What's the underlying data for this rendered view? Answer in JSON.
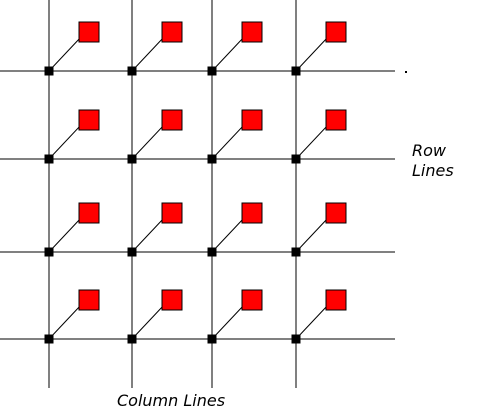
{
  "labels": {
    "row_lines_line1": "Row",
    "row_lines_line2": "Lines",
    "column_lines": "Column Lines"
  },
  "grid": {
    "rows": 4,
    "columns": 4
  },
  "colors": {
    "line": "#000000",
    "node": "#000000",
    "cell": "#ff0000",
    "cell_border": "#000000",
    "background": "#ffffff"
  }
}
